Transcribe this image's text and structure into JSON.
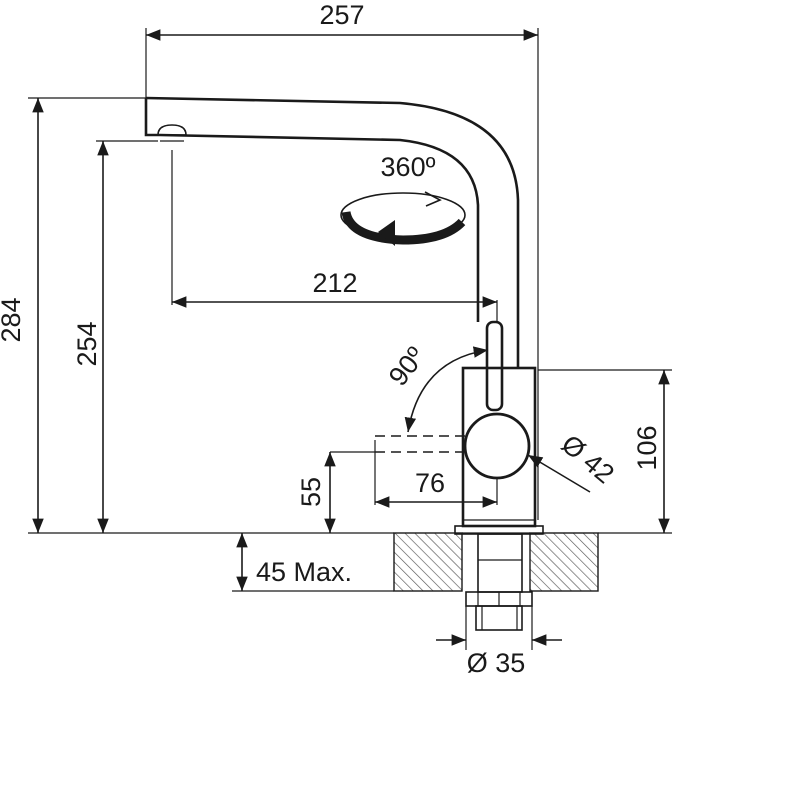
{
  "dimensions": {
    "overall_width": "257",
    "spout_reach": "212",
    "overall_height": "284",
    "spout_height": "254",
    "lever_height": "55",
    "lever_length": "76",
    "body_height": "106",
    "body_diameter": "Ø 42",
    "max_counter_thickness": "45 Max.",
    "shank_diameter": "Ø 35"
  },
  "rotation": {
    "spout_swivel": "360º",
    "lever_angle": "90º"
  },
  "colors": {
    "line": "#1a1a1a",
    "hatch": "#555555",
    "background": "#ffffff"
  }
}
